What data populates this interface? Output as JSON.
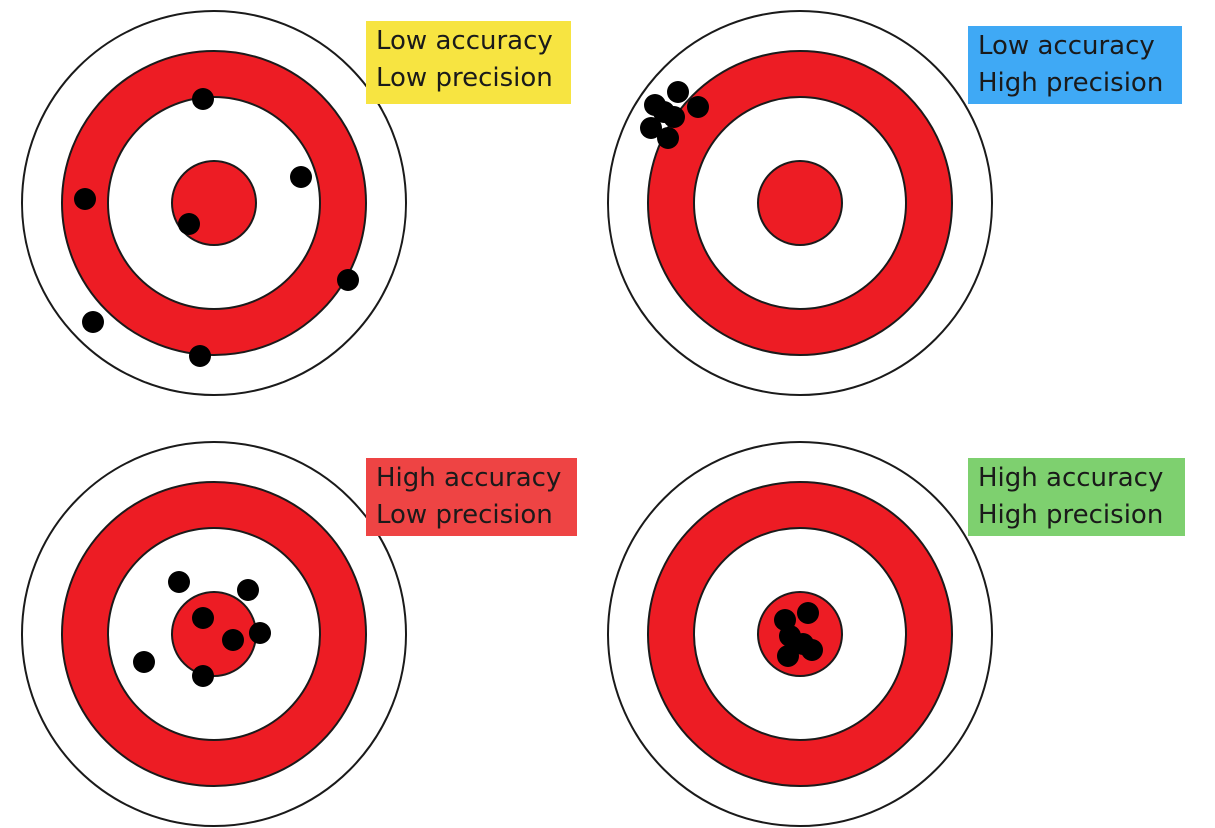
{
  "colors": {
    "ring_red": "#ed1c24",
    "ring_white": "#ffffff",
    "outline": "#1a1a1a",
    "hit": "#000000",
    "label_yellow": "#f7e441",
    "label_blue": "#3fa9f5",
    "label_red": "#ee4444",
    "label_green": "#7ed06f"
  },
  "targets": [
    {
      "id": "low-accuracy-low-precision",
      "label_line1": "Low accuracy",
      "label_line2": "Low precision",
      "label_color": "label_yellow",
      "hit_count": 7
    },
    {
      "id": "low-accuracy-high-precision",
      "label_line1": "Low accuracy",
      "label_line2": "High precision",
      "label_color": "label_blue",
      "hit_count": 7
    },
    {
      "id": "high-accuracy-low-precision",
      "label_line1": "High accuracy",
      "label_line2": "Low precision",
      "label_color": "label_red",
      "hit_count": 7
    },
    {
      "id": "high-accuracy-high-precision",
      "label_line1": "High accuracy",
      "label_line2": "High precision",
      "label_color": "label_green",
      "hit_count": 6
    }
  ]
}
